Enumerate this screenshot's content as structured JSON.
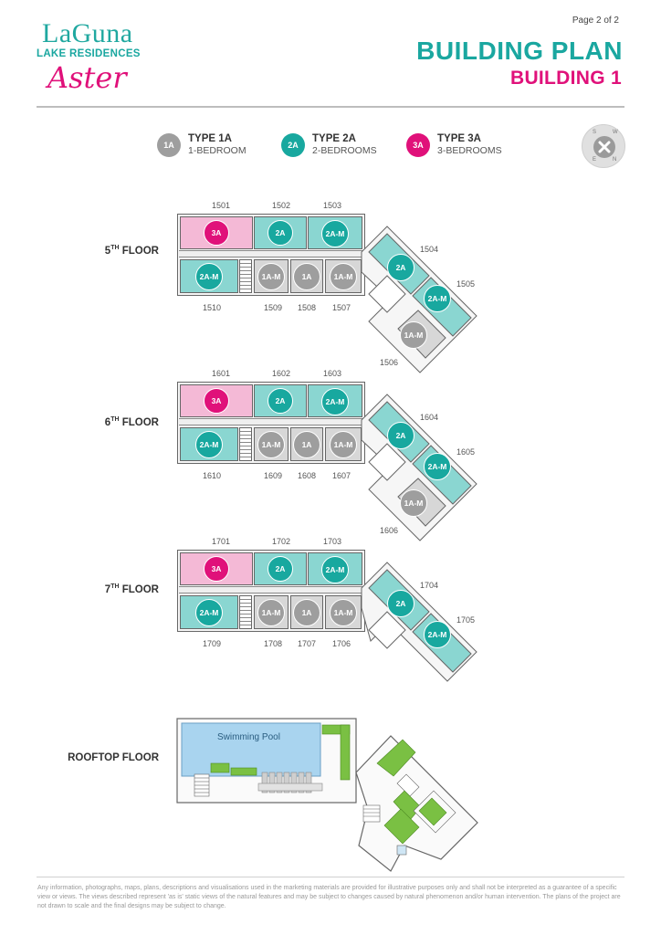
{
  "header": {
    "logo_brand": "LaGuna",
    "logo_tagline": "LAKE RESIDENCES",
    "logo_script": "Aster",
    "page_number": "Page 2 of 2",
    "title": "BUILDING PLAN",
    "subtitle": "BUILDING 1"
  },
  "legend": [
    {
      "badge": "1A",
      "title": "TYPE 1A",
      "sub": "1-BEDROOM",
      "color": "#9e9e9e"
    },
    {
      "badge": "2A",
      "title": "TYPE 2A",
      "sub": "2-BEDROOMS",
      "color": "#18a89f"
    },
    {
      "badge": "3A",
      "title": "TYPE 3A",
      "sub": "3-BEDROOMS",
      "color": "#e0117a"
    }
  ],
  "compass": {
    "s": "S",
    "w": "W",
    "e": "E",
    "n": "N"
  },
  "floors": [
    {
      "label_num": "5",
      "label_sup": "TH",
      "label_word": " FLOOR",
      "top_units": [
        "1501",
        "1502",
        "1503"
      ],
      "bottom_units": [
        "1510",
        "1509",
        "1508",
        "1507"
      ],
      "wing_units": [
        "1504",
        "1505",
        "1506"
      ],
      "badges": {
        "top": [
          "3A",
          "2A",
          "2A-M"
        ],
        "bottom": [
          "2A-M",
          "1A-M",
          "1A",
          "1A-M"
        ],
        "wing": [
          "2A",
          "2A-M",
          "1A-M"
        ]
      }
    },
    {
      "label_num": "6",
      "label_sup": "TH",
      "label_word": " FLOOR",
      "top_units": [
        "1601",
        "1602",
        "1603"
      ],
      "bottom_units": [
        "1610",
        "1609",
        "1608",
        "1607"
      ],
      "wing_units": [
        "1604",
        "1605",
        "1606"
      ],
      "badges": {
        "top": [
          "3A",
          "2A",
          "2A-M"
        ],
        "bottom": [
          "2A-M",
          "1A-M",
          "1A",
          "1A-M"
        ],
        "wing": [
          "2A",
          "2A-M",
          "1A-M"
        ]
      }
    },
    {
      "label_num": "7",
      "label_sup": "TH",
      "label_word": " FLOOR",
      "top_units": [
        "1701",
        "1702",
        "1703"
      ],
      "bottom_units": [
        "1709",
        "1708",
        "1707",
        "1706"
      ],
      "wing_units": [
        "1704",
        "1705"
      ],
      "badges": {
        "top": [
          "3A",
          "2A",
          "2A-M"
        ],
        "bottom": [
          "2A-M",
          "1A-M",
          "1A",
          "1A-M"
        ],
        "wing": [
          "2A",
          "2A-M"
        ]
      }
    }
  ],
  "rooftop": {
    "label": "ROOFTOP FLOOR",
    "pool_label": "Swimming Pool"
  },
  "footer": {
    "disclaimer": "Any information, photographs, maps, plans, descriptions and visualisations used in the marketing materials are provided for illustrative purposes only and shall not be interpreted as a guarantee of a specific view or views. The views described represent 'as is' static views of the natural features and may be subject to changes caused by natural phenomenon and/or human intervention. The plans of the project are not drawn to scale and the final designs may be subject to change."
  },
  "colors": {
    "teal": "#1aa7a0",
    "pink": "#e0117a",
    "grey": "#9e9e9e"
  }
}
